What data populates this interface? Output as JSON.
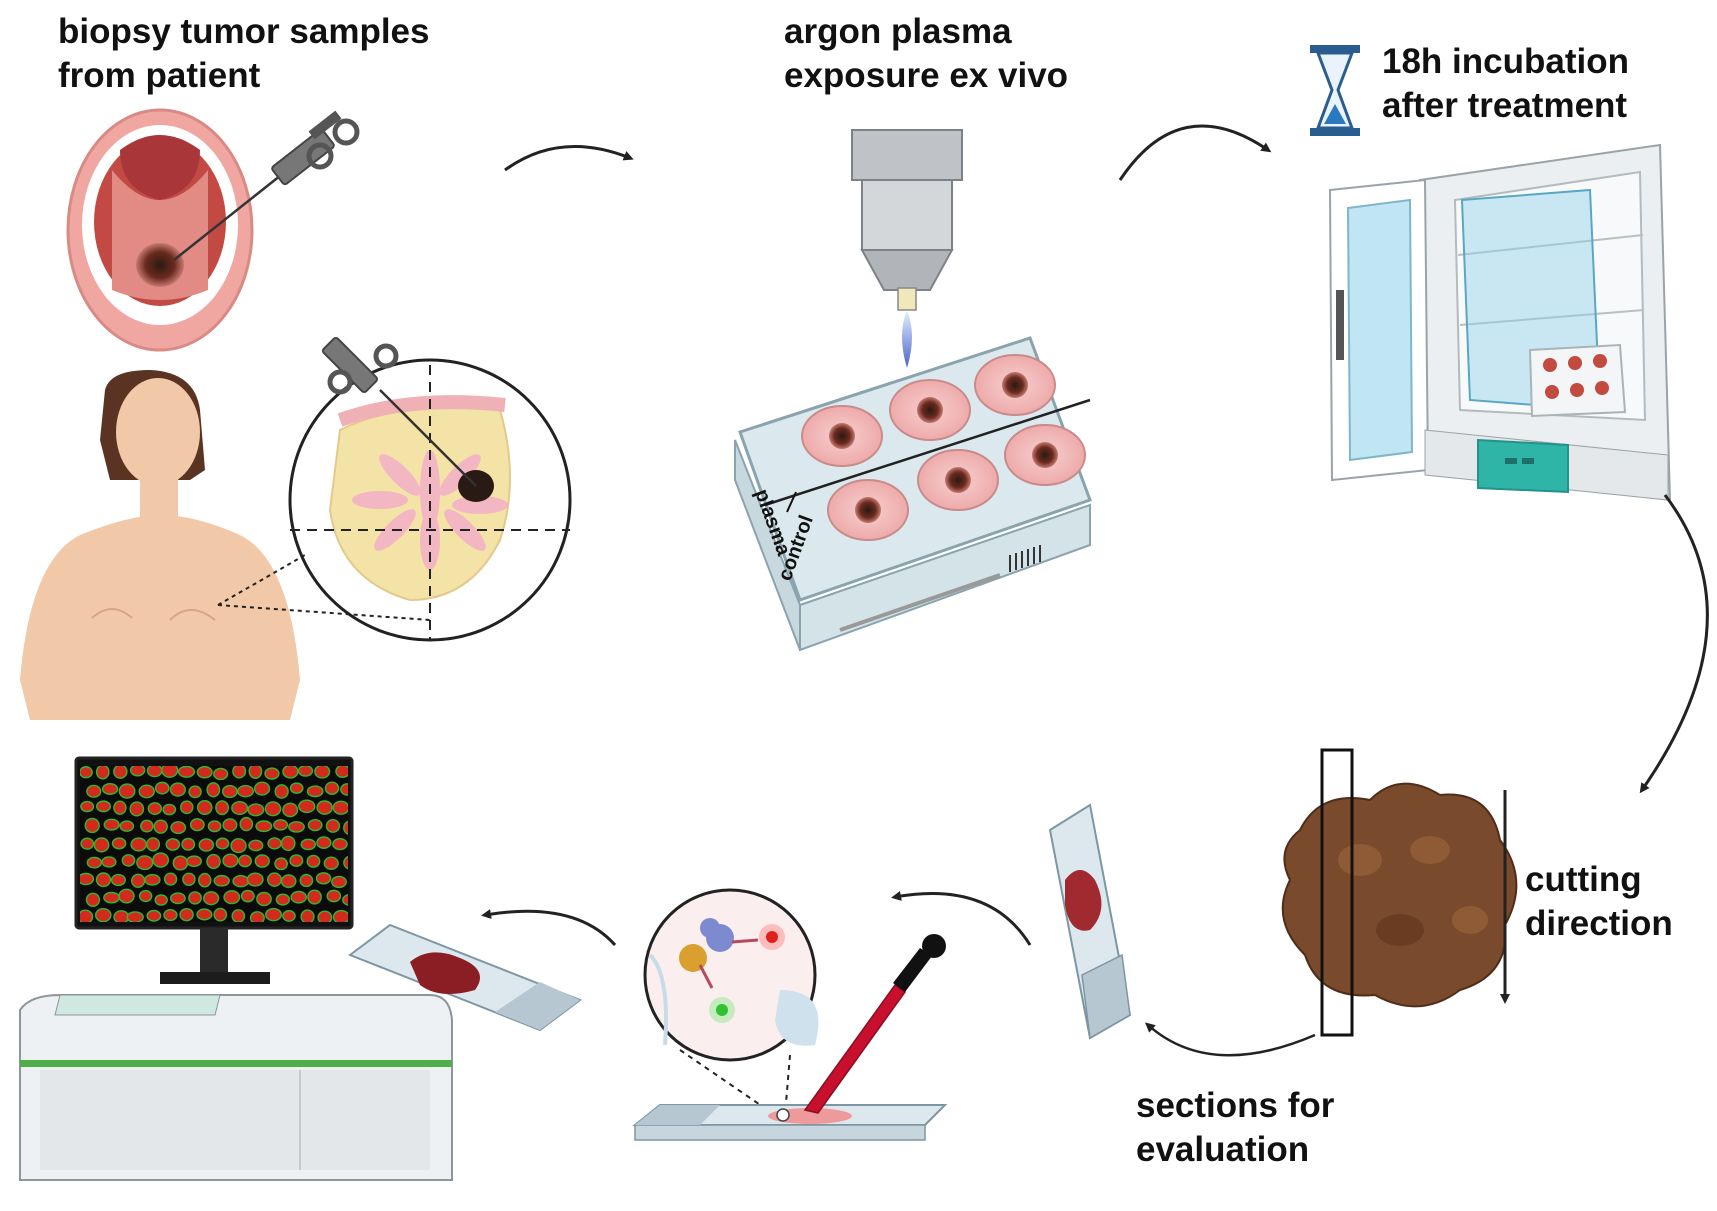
{
  "labels": {
    "biopsy": [
      "biopsy tumor samples",
      "from patient"
    ],
    "plasma": [
      "argon plasma",
      "exposure ex vivo"
    ],
    "incubation": [
      "18h incubation",
      "after treatment"
    ],
    "cutting": [
      "cutting",
      "direction"
    ],
    "sections": [
      "sections for",
      "evaluation"
    ],
    "plate_control": "control",
    "plate_plasma": "plasma"
  },
  "colors": {
    "tissue_pink": "#f2b8b8",
    "tumor": "#6b2a1e",
    "tumor_brown": "#7a4a2c",
    "arrow": "#222222",
    "screen_bg": "#0b0b0b",
    "cell_red": "#d42a1e",
    "cell_green": "#31b831",
    "incubator_teal": "#2fb5a8",
    "skin": "#f1c8a8"
  }
}
